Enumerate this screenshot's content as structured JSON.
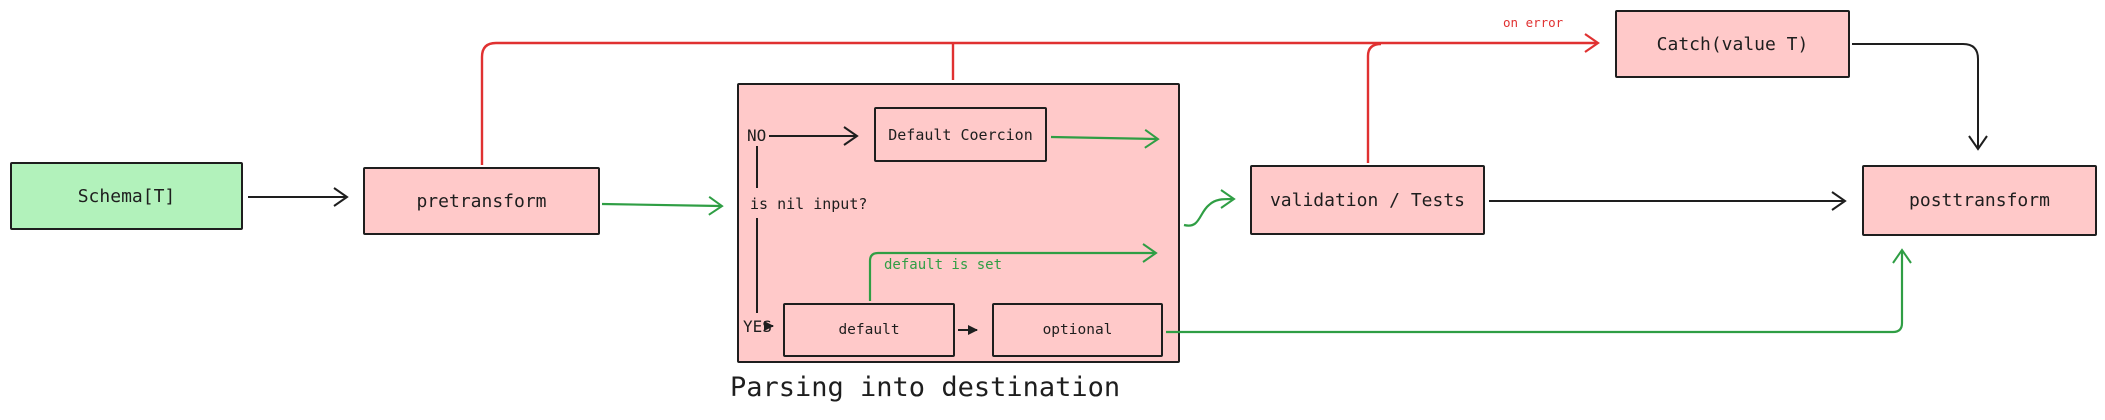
{
  "diagram": {
    "caption": "Parsing into destination",
    "nodes": {
      "schema": {
        "label": "Schema[T]"
      },
      "pretransform": {
        "label": "pretransform"
      },
      "default_coercion": {
        "label": "Default Coercion"
      },
      "default": {
        "label": "default"
      },
      "optional": {
        "label": "optional"
      },
      "validation": {
        "label": "validation / Tests"
      },
      "catch": {
        "label": "Catch(value T)"
      },
      "posttransform": {
        "label": "posttransform"
      }
    },
    "labels": {
      "no": "NO",
      "yes": "YES",
      "nil_question": "is nil input?",
      "default_is_set": "default is set",
      "on_error": "on error"
    },
    "colors": {
      "success_fill_green": "#b2f2bb",
      "node_fill_pink": "#ffc9c9",
      "stroke_dark": "#1e1e1e",
      "error_red": "#e03131",
      "flow_green": "#2f9e44"
    }
  }
}
